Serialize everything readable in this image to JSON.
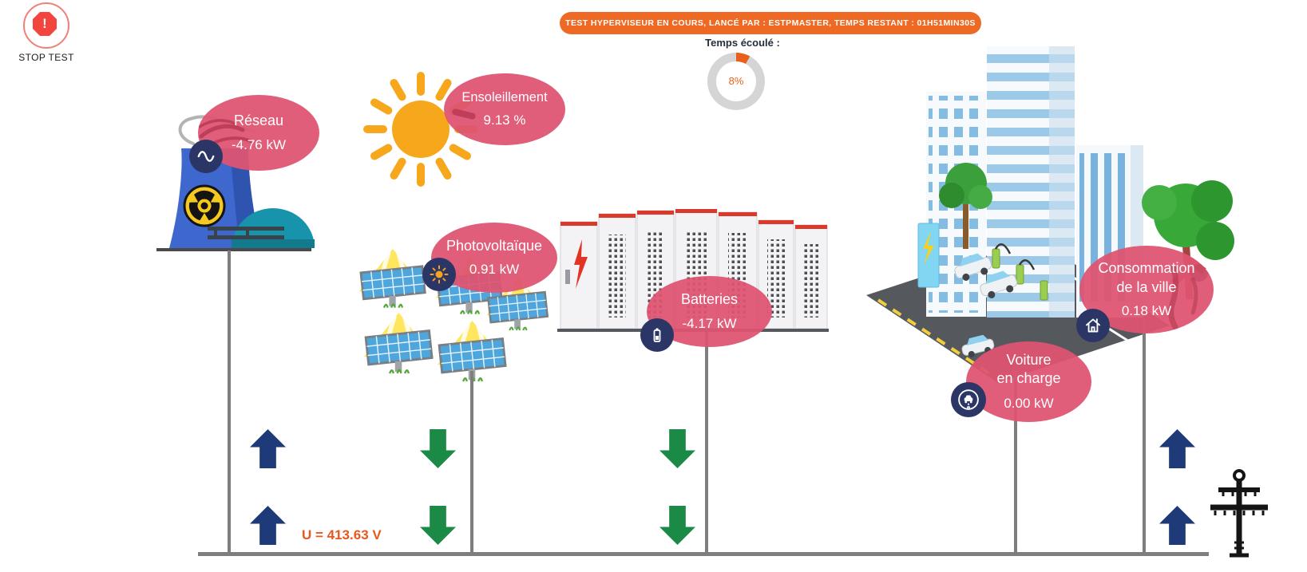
{
  "stop_test": {
    "label": "STOP TEST",
    "icon": "alert-octagon"
  },
  "banner": {
    "text": "TEST HYPERVISEUR EN COURS, LANCÉ PAR : ESTPMASTER, TEMPS RESTANT : 01H51MIN30S",
    "color": "#EE6A24"
  },
  "elapsed": {
    "label": "Temps écoulé :",
    "percent": "8%",
    "percent_value": 8,
    "ring_color": "#E8611B",
    "track_color": "#D5D5D5"
  },
  "nodes": {
    "reseau": {
      "title": "Réseau",
      "value": "-4.76 kW",
      "icon": "ac-sine"
    },
    "ensoleillement": {
      "title": "Ensoleillement",
      "value": "9.13 %"
    },
    "photovoltaique": {
      "title": "Photovoltaïque",
      "value": "0.91 kW",
      "icon": "sun"
    },
    "batteries": {
      "title": "Batteries",
      "value": "-4.17 kW",
      "icon": "battery"
    },
    "consommation": {
      "title_line1": "Consommation",
      "title_line2": "de la ville",
      "value": "0.18 kW",
      "icon": "house"
    },
    "voiture": {
      "title_line1": "Voiture",
      "title_line2": "en charge",
      "value": "0.00 kW",
      "icon": "car-charging"
    }
  },
  "bus": {
    "voltage_label": "U = 413.63 V",
    "line_color": "#7E7E7E",
    "flows": [
      {
        "node": "reseau",
        "direction": "up",
        "color": "#1E3A78"
      },
      {
        "node": "photovoltaique",
        "direction": "down",
        "color": "#1C8A47"
      },
      {
        "node": "batteries",
        "direction": "down",
        "color": "#1C8A47"
      },
      {
        "node": "ville",
        "direction": "up",
        "color": "#1E3A78"
      }
    ]
  },
  "colors": {
    "bubble_pink": "#DE5471",
    "icon_circle_navy": "#2B3566",
    "accent_orange": "#E8581C"
  }
}
